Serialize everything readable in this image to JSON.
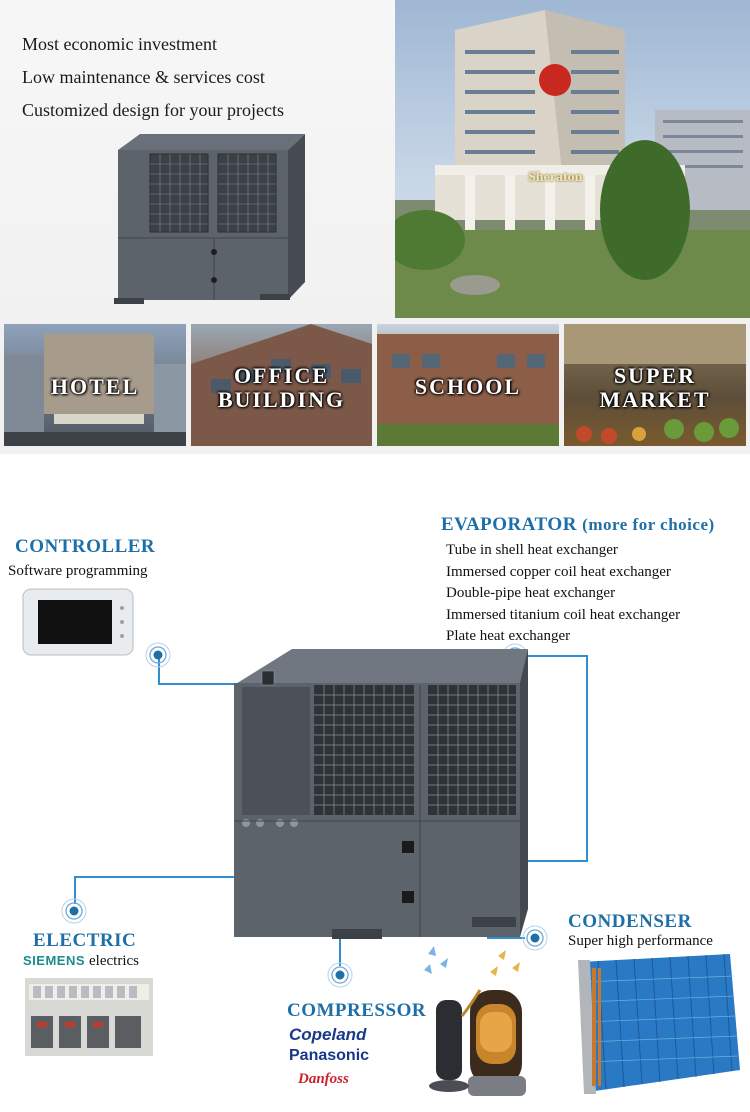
{
  "features": [
    "Most economic investment",
    "Low maintenance & services cost",
    "Customized design for your projects"
  ],
  "hotel_sign": "Sheraton",
  "categories": [
    {
      "label_line1": "HOTEL",
      "label_line2": ""
    },
    {
      "label_line1": "OFFICE",
      "label_line2": "BUILDING"
    },
    {
      "label_line1": "SCHOOL",
      "label_line2": ""
    },
    {
      "label_line1": "SUPER",
      "label_line2": "MARKET"
    }
  ],
  "controller": {
    "title": "CONTROLLER",
    "subtitle": "Software programming"
  },
  "evaporator": {
    "title": "EVAPORATOR",
    "title_note": "(more for choice)",
    "items": [
      "Tube in shell heat exchanger",
      "Immersed copper coil heat exchanger",
      "Double-pipe heat exchanger",
      "Immersed titanium coil heat exchanger",
      "Plate heat exchanger"
    ]
  },
  "electric": {
    "title": "ELECTRIC",
    "brand": "SIEMENS",
    "subtitle": "electrics"
  },
  "condenser": {
    "title": "CONDENSER",
    "subtitle": "Super high performance"
  },
  "compressor": {
    "title": "COMPRESSOR",
    "brands": [
      "Copeland",
      "Panasonic",
      "Danfoss"
    ]
  },
  "colors": {
    "heading_blue": "#1e6fa8",
    "connector_blue": "#2f8fd0",
    "unit_grey": "#5b6068",
    "siemens_teal": "#1a8c8c",
    "danfoss_red": "#d0202a"
  }
}
